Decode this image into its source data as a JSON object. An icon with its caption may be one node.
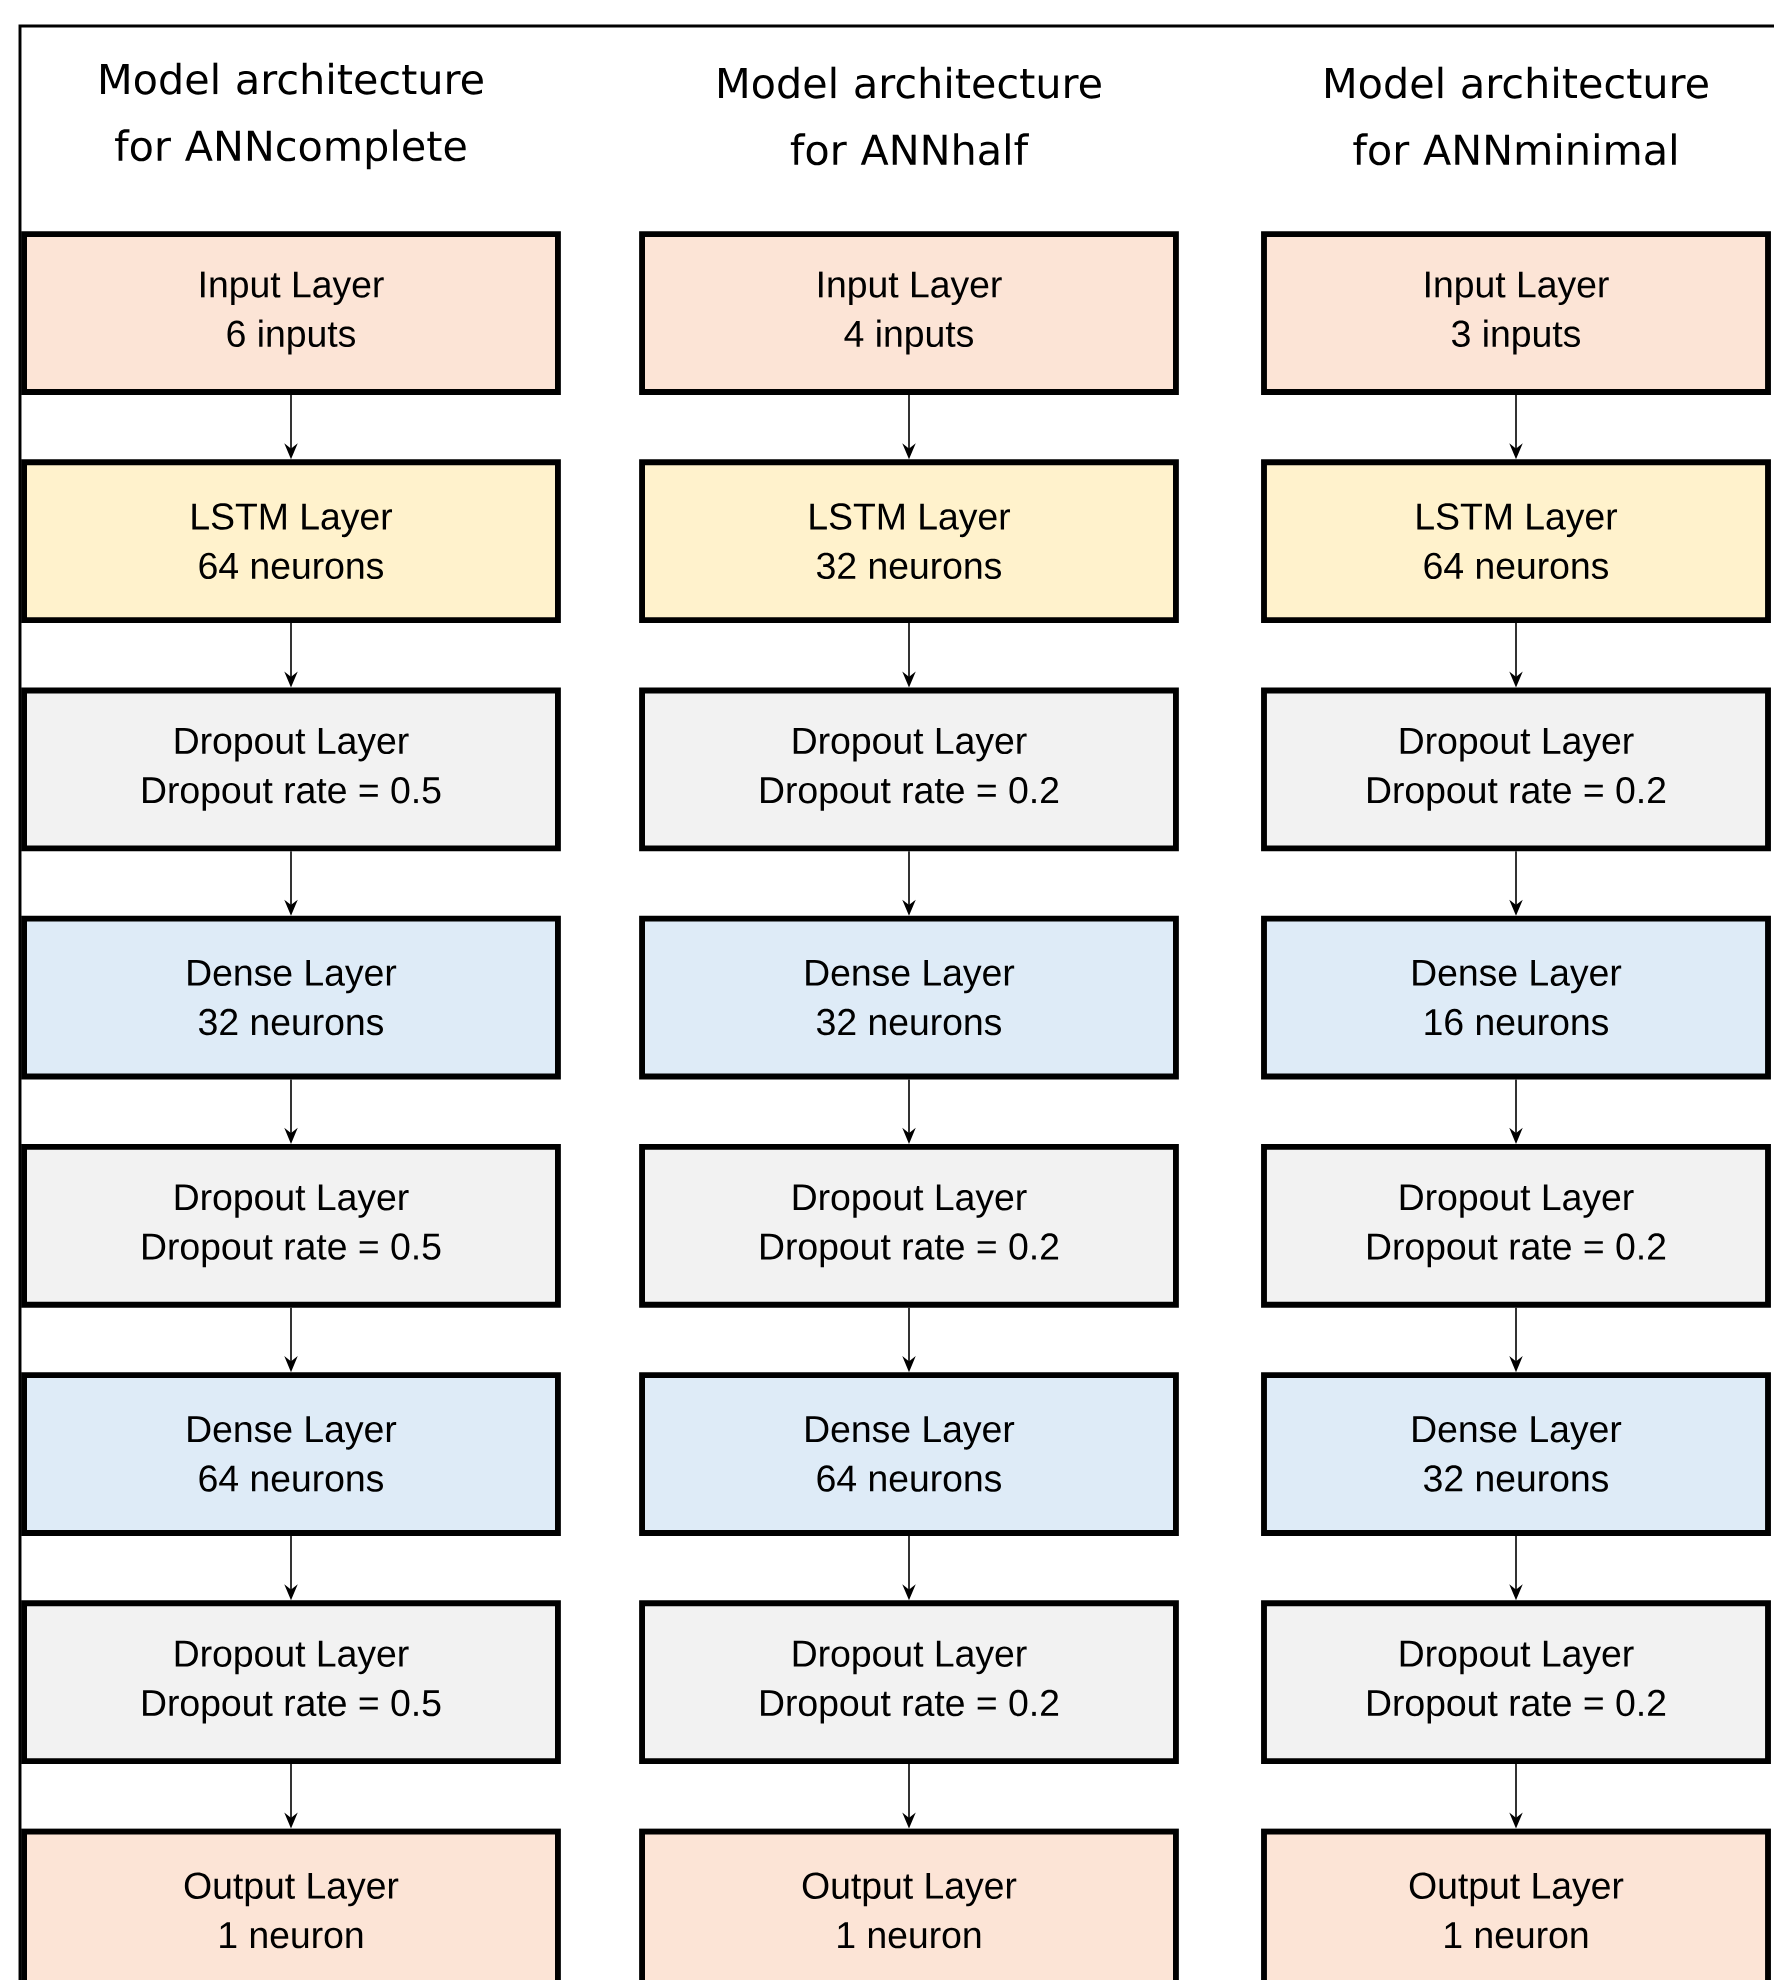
{
  "diagram": {
    "nodes": [
      {
        "text": [
          "Input Layer",
          "6 inputs"
        ]
      },
      {
        "text": [
          "LSTM Layer",
          "64 neurons"
        ]
      },
      {
        "text": [
          "Dropout Layer",
          "Dropout rate = 0.5"
        ]
      },
      {
        "text": [
          "Dense Layer",
          "32 neurons"
        ]
      },
      {
        "text": [
          "Dropout Layer",
          "Dropout rate = 0.5"
        ]
      },
      {
        "text": [
          "Dense Layer",
          "64 neurons"
        ]
      },
      {
        "text": [
          "Dropout Layer",
          "Dropout rate = 0.5"
        ]
      },
      {
        "text": [
          "Output Layer",
          "1 neuron"
        ]
      },
      {
        "text": [
          "Input Layer",
          "4 inputs"
        ]
      },
      {
        "text": [
          "LSTM Layer",
          "32 neurons"
        ]
      },
      {
        "text": [
          "Dropout Layer",
          "Dropout rate = 0.2"
        ]
      },
      {
        "text": [
          "Dense Layer",
          "32 neurons"
        ]
      },
      {
        "text": [
          "Dropout Layer",
          "Dropout rate = 0.2"
        ]
      },
      {
        "text": [
          "Dense Layer",
          "64 neurons"
        ]
      },
      {
        "text": [
          "Dropout Layer",
          "Dropout rate = 0.2"
        ]
      },
      {
        "text": [
          "Output Layer",
          "1 neuron"
        ]
      },
      {
        "text": [
          "Input Layer",
          "3 inputs"
        ]
      },
      {
        "text": [
          "LSTM Layer",
          "64 neurons"
        ]
      },
      {
        "text": [
          "Dropout Layer",
          "Dropout rate = 0.2"
        ]
      },
      {
        "text": [
          "Dense Layer",
          "16 neurons"
        ]
      },
      {
        "text": [
          "Dropout Layer",
          "Dropout rate = 0.2"
        ]
      },
      {
        "text": [
          "Dense Layer",
          "32 neurons"
        ]
      },
      {
        "text": [
          "Dropout Layer",
          "Dropout rate = 0.2"
        ]
      },
      {
        "text": [
          "Output Layer",
          "1 neuron"
        ]
      }
    ],
    "edges": [
      {
        "from": 0,
        "to": 1,
        "arrow": "to"
      },
      {
        "from": 1,
        "to": 2,
        "arrow": "to"
      },
      {
        "from": 2,
        "to": 3,
        "arrow": "to"
      },
      {
        "from": 3,
        "to": 4,
        "arrow": "to"
      },
      {
        "from": 4,
        "to": 5,
        "arrow": "to"
      },
      {
        "from": 5,
        "to": 6,
        "arrow": "to"
      },
      {
        "from": 6,
        "to": 7,
        "arrow": "to"
      },
      {
        "from": 8,
        "to": 9,
        "arrow": "to"
      },
      {
        "from": 9,
        "to": 10,
        "arrow": "to"
      },
      {
        "from": 10,
        "to": 11,
        "arrow": "to"
      },
      {
        "from": 11,
        "to": 12,
        "arrow": "to"
      },
      {
        "from": 12,
        "to": 13,
        "arrow": "to"
      },
      {
        "from": 13,
        "to": 14,
        "arrow": "to"
      },
      {
        "from": 14,
        "to": 15,
        "arrow": "to"
      },
      {
        "from": 16,
        "to": 17,
        "arrow": "to"
      },
      {
        "from": 17,
        "to": 18,
        "arrow": "to"
      },
      {
        "from": 18,
        "to": 19,
        "arrow": "to"
      },
      {
        "from": 19,
        "to": 20,
        "arrow": "to"
      },
      {
        "from": 20,
        "to": 21,
        "arrow": "to"
      },
      {
        "from": 21,
        "to": 22,
        "arrow": "to"
      },
      {
        "from": 22,
        "to": 23,
        "arrow": "to"
      }
    ],
    "labels": [
      "Model architecture for ANNcomplete",
      "Model architecture for ANNhalf",
      "Model architecture for ANNminimal"
    ]
  }
}
